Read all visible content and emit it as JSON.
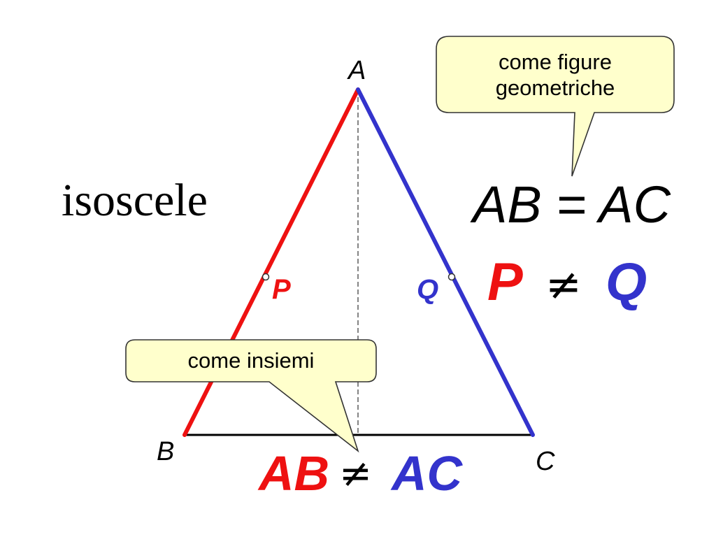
{
  "vertices": {
    "a": "A",
    "b": "B",
    "c": "C"
  },
  "title": "isoscele",
  "segment_points": {
    "p": "P",
    "q": "Q"
  },
  "callouts": {
    "geometric": {
      "line1": "come  figure",
      "line2": "geometriche"
    },
    "sets": {
      "text": "come  insiemi"
    }
  },
  "equations": {
    "geometric_eq": "AB = AC",
    "points_left": "P",
    "points_neq": "≠",
    "points_right": "Q",
    "sets_left": "AB",
    "sets_neq": "≠",
    "sets_right": "AC"
  },
  "colors": {
    "red": "#ee1111",
    "blue": "#3333cc",
    "callout_fill": "#ffffcc",
    "callout_stroke": "#333333"
  }
}
